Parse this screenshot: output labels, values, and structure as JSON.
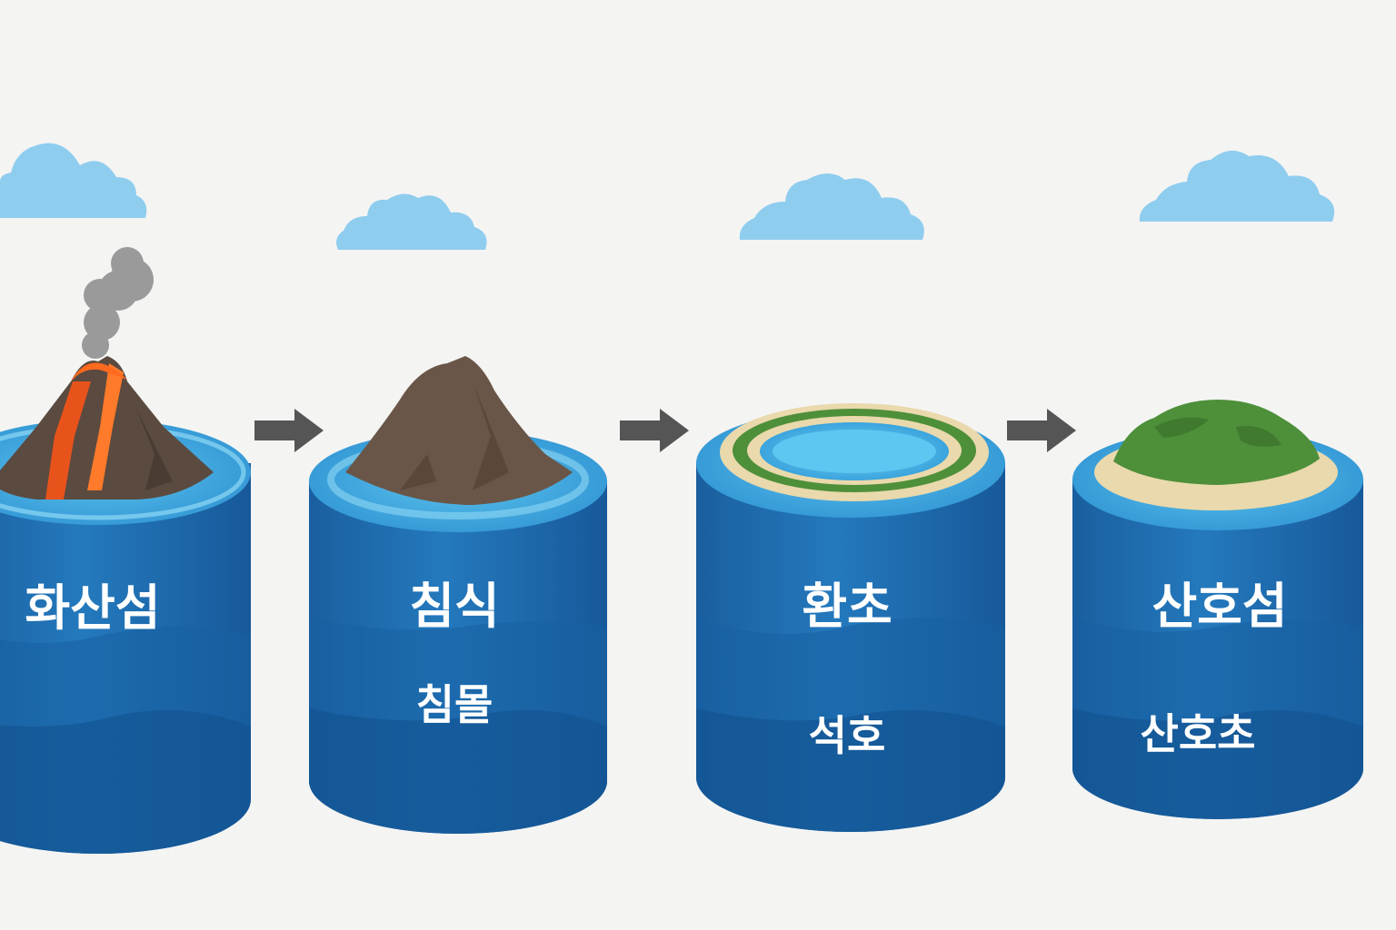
{
  "stages": [
    {
      "label": "화산섬",
      "sublabel": ""
    },
    {
      "label": "침식",
      "sublabel": "침몰"
    },
    {
      "label": "환초",
      "sublabel": "석호"
    },
    {
      "label": "산호섬",
      "sublabel": "산호초"
    }
  ],
  "colors": {
    "background": "#f4f4f3",
    "cloud": "#8fcdef",
    "water_top": "#47aee0",
    "water_body": "#1f72b7",
    "water_deep": "#1760a2",
    "lava": "#e8531c",
    "rock": "#5b4a3f",
    "sand": "#e9d9ac",
    "vegetation": "#4e8f3a",
    "arrow": "#555555"
  }
}
